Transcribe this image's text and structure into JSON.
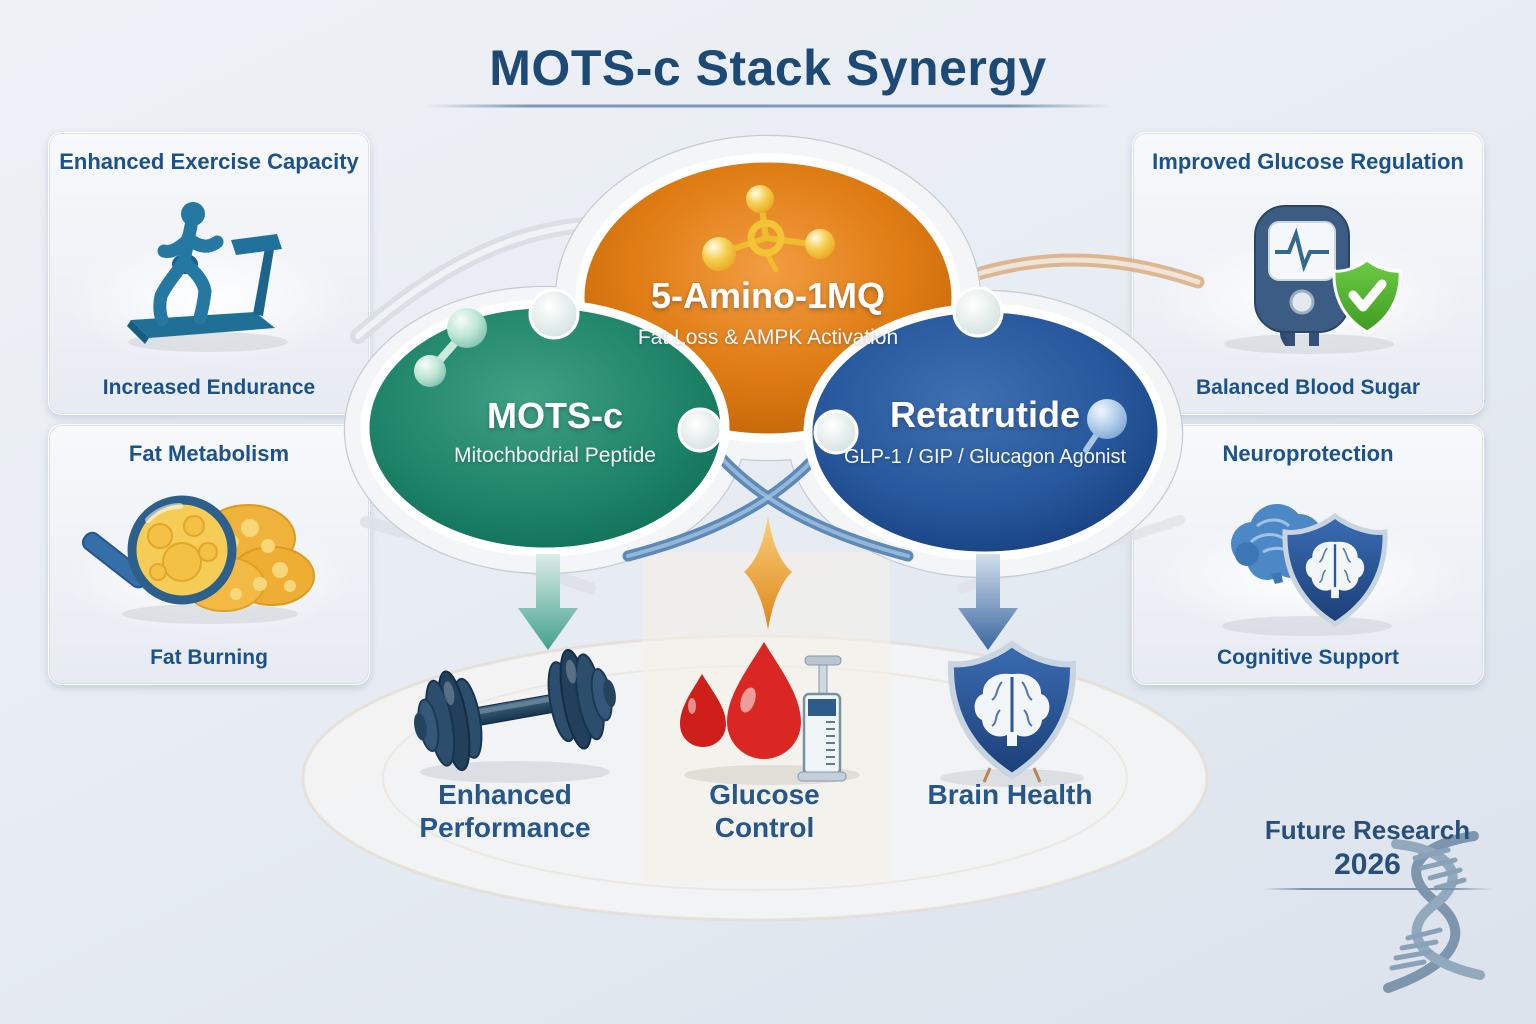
{
  "title": "MOTS-c Stack Synergy",
  "cards": {
    "exercise": {
      "title": "Enhanced Exercise Capacity",
      "caption": "Increased Endurance",
      "icon": "treadmill-runner-icon"
    },
    "fat": {
      "title": "Fat Metabolism",
      "caption": "Fat Burning",
      "icon": "magnifier-fat-cells-icon"
    },
    "glucose": {
      "title": "Improved Glucose Regulation",
      "caption": "Balanced Blood Sugar",
      "icon": "glucose-meter-check-shield-icon"
    },
    "neuro": {
      "title": "Neuroprotection",
      "caption": "Cognitive Support",
      "icon": "brain-shield-icon"
    }
  },
  "venn": {
    "amino": {
      "name": "5-Amino-1MQ",
      "subtitle": "Fat Loss & AMPK Activation",
      "color": "#E07D15",
      "icon": "molecule-icon"
    },
    "mots": {
      "name": "MOTS-c",
      "subtitle": "Mitochbodrial Peptide",
      "color": "#1F8469",
      "icon": "diatomic-molecule-icon"
    },
    "reta": {
      "name": "Retatrutide",
      "subtitle": "GLP-1 / GIP / Glucagon Agonist",
      "color": "#27579C",
      "icon": "sphere-icon"
    }
  },
  "outcomes": {
    "performance": {
      "label": "Enhanced Performance",
      "icon": "dumbbell-icon"
    },
    "glucose": {
      "label": "Glucose Control",
      "icon": "blood-drops-syringe-icon"
    },
    "brain": {
      "label": "Brain Health",
      "icon": "shield-brain-icon"
    }
  },
  "footer": {
    "title": "Future Research",
    "year": "2026",
    "icon": "dna-helix-icon"
  },
  "colors": {
    "title_text": "#1D4A75",
    "card_text": "#1C528A",
    "outcome_text": "#27568A",
    "green_blob": "#1F8469",
    "orange_blob": "#E07D15",
    "blue_blob": "#27579C",
    "arrow_teal": "#41A18C",
    "arrow_blue": "#3A679F",
    "arrow_orange": "#DD861B"
  }
}
